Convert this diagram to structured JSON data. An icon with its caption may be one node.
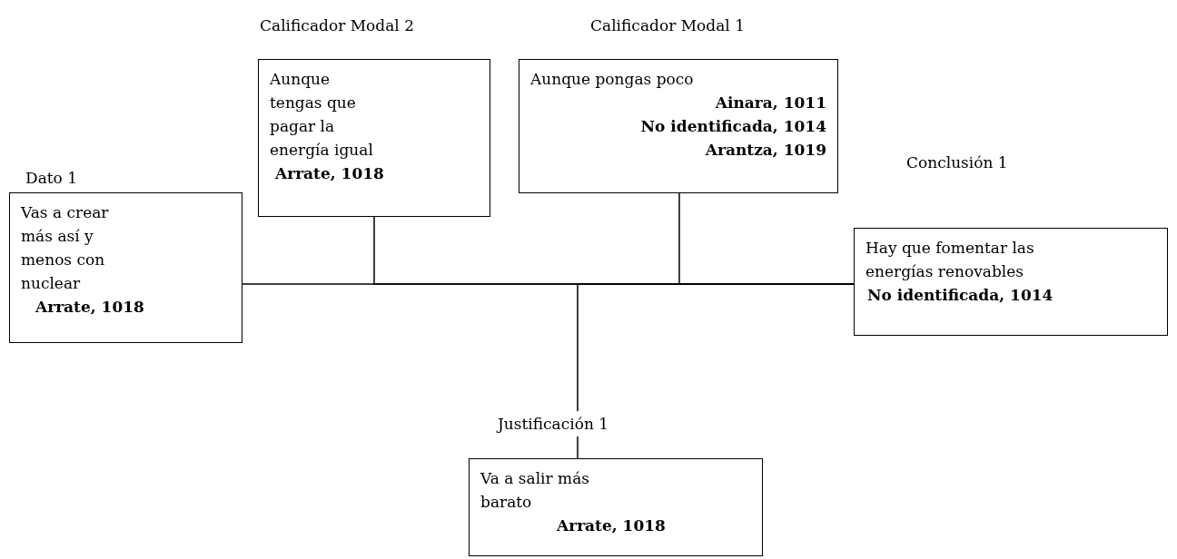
{
  "diagram": {
    "nodes": [
      {
        "text": [
          "Dato 1",
          "Vas a crear más así y menos con nuclear",
          "Arrate, 1018"
        ]
      },
      {
        "text": [
          "Calificador Modal 2",
          "Aunque tengas que pagar la energía igual",
          "Arrate, 1018"
        ]
      },
      {
        "text": [
          "Calificador Modal 1",
          "Aunque pongas poco",
          "Ainara, 1011",
          "No identificada, 1014",
          "Arantza, 1019"
        ]
      },
      {
        "text": [
          "Conclusión 1",
          "Hay que fomentar las energías renovables",
          "No identificada, 1014"
        ]
      },
      {
        "text": [
          "Justificación 1",
          "Va a salir más barato",
          "Arrate, 1018"
        ]
      }
    ],
    "edges": [
      {
        "from": 0,
        "to": 3,
        "arrow": "none"
      },
      {
        "from": 1,
        "to": 3,
        "arrow": "none"
      },
      {
        "from": 2,
        "to": 3,
        "arrow": "none"
      },
      {
        "from": 4,
        "to": 3,
        "arrow": "none"
      }
    ]
  }
}
